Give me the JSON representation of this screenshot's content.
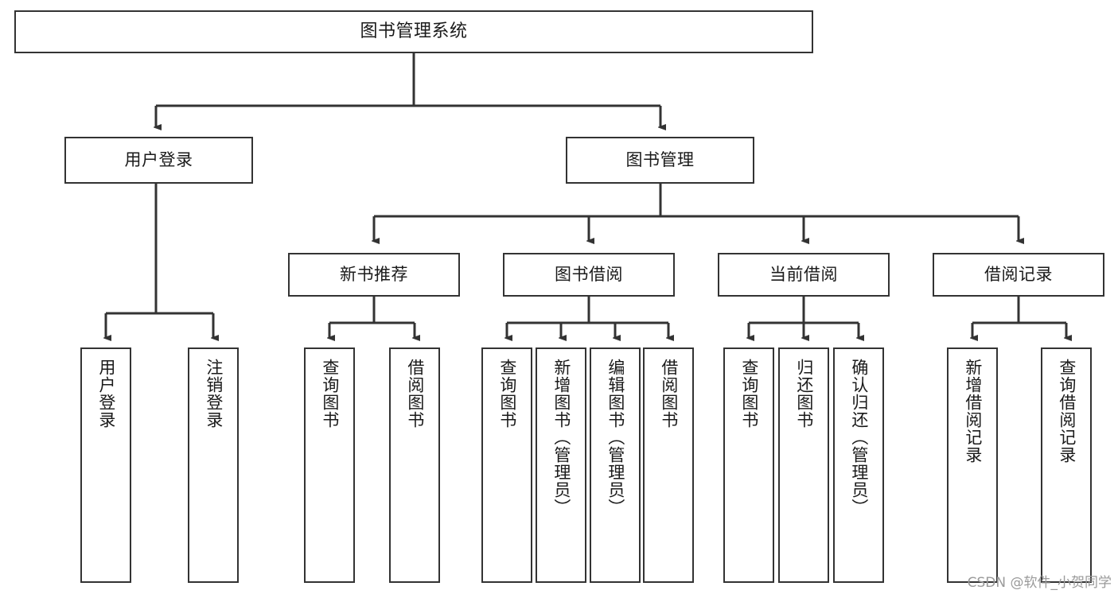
{
  "diagram": {
    "title": "图书管理系统",
    "watermark": "CSDN @软件_小贺同学",
    "line_color": "#333333",
    "box_fill": "#ffffff",
    "text_color": "#1a1a1a"
  },
  "nodes": {
    "root": {
      "label": "图书管理系统"
    },
    "level1": [
      {
        "label": "用户登录"
      },
      {
        "label": "图书管理"
      }
    ],
    "level2": [
      {
        "label": "新书推荐"
      },
      {
        "label": "图书借阅"
      },
      {
        "label": "当前借阅"
      },
      {
        "label": "借阅记录"
      }
    ],
    "leaves": [
      {
        "label": "用户登录"
      },
      {
        "label": "注销登录"
      },
      {
        "label": "查询图书"
      },
      {
        "label": "借阅图书"
      },
      {
        "label": "查询图书"
      },
      {
        "label": "新增图书（管理员）"
      },
      {
        "label": "编辑图书（管理员）"
      },
      {
        "label": "借阅图书"
      },
      {
        "label": "查询图书"
      },
      {
        "label": "归还图书"
      },
      {
        "label": "确认归还（管理员）"
      },
      {
        "label": "新增借阅记录"
      },
      {
        "label": "查询借阅记录"
      }
    ]
  },
  "chart_data": {
    "type": "diagram",
    "subtype": "tree-hierarchy",
    "title": "图书管理系统",
    "orientation": "top-down",
    "levels": 4,
    "tree": {
      "name": "图书管理系统",
      "children": [
        {
          "name": "用户登录",
          "children": [
            {
              "name": "用户登录"
            },
            {
              "name": "注销登录"
            }
          ]
        },
        {
          "name": "图书管理",
          "children": [
            {
              "name": "新书推荐",
              "children": [
                {
                  "name": "查询图书"
                },
                {
                  "name": "借阅图书"
                }
              ]
            },
            {
              "name": "图书借阅",
              "children": [
                {
                  "name": "查询图书"
                },
                {
                  "name": "新增图书（管理员）"
                },
                {
                  "name": "编辑图书（管理员）"
                },
                {
                  "name": "借阅图书"
                }
              ]
            },
            {
              "name": "当前借阅",
              "children": [
                {
                  "name": "查询图书"
                },
                {
                  "name": "归还图书"
                },
                {
                  "name": "确认归还（管理员）"
                }
              ]
            },
            {
              "name": "借阅记录",
              "children": [
                {
                  "name": "新增借阅记录"
                },
                {
                  "name": "查询借阅记录"
                }
              ]
            }
          ]
        }
      ]
    }
  }
}
